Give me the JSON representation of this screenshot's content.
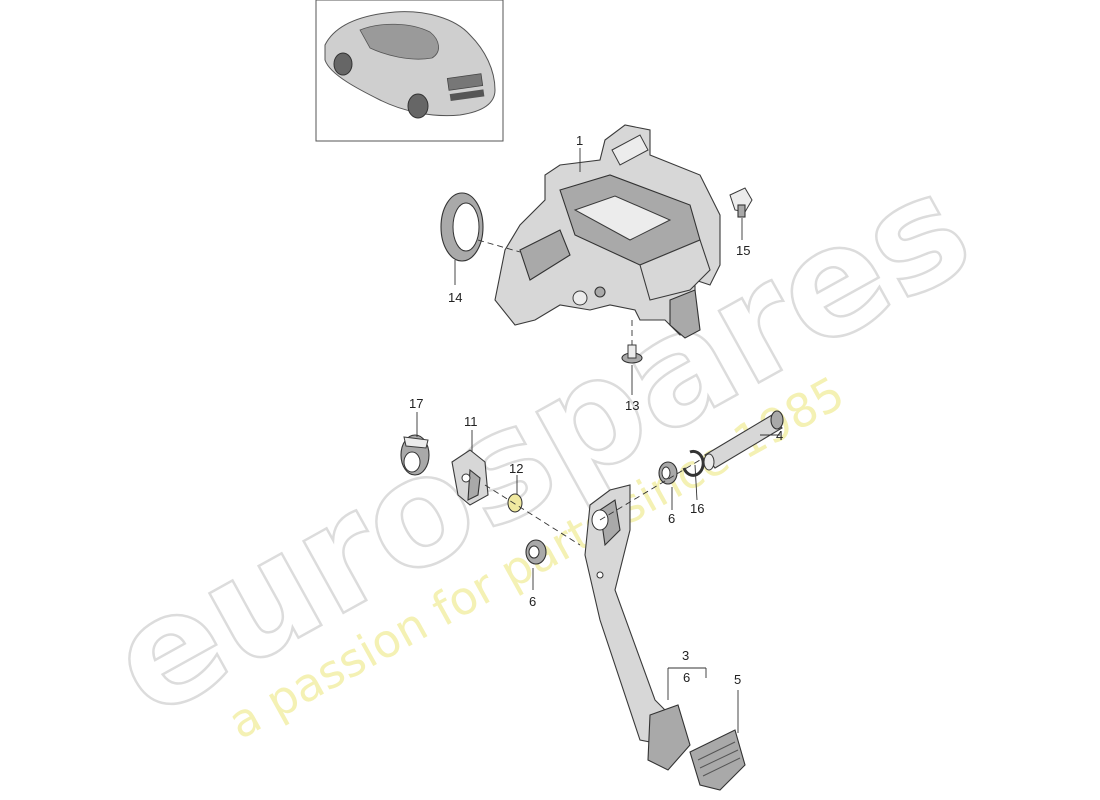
{
  "watermark": {
    "brand": "eurospares",
    "tagline": "a passion for parts since 1985"
  },
  "thumbnail": {
    "icon": "car-icon"
  },
  "callouts": {
    "c1": "1",
    "c3": "3",
    "c3_sub": "6",
    "c4": "4",
    "c5": "5",
    "c6a": "6",
    "c6b": "6",
    "c11": "11",
    "c12": "12",
    "c13": "13",
    "c14": "14",
    "c15": "15",
    "c16": "16",
    "c17": "17"
  }
}
